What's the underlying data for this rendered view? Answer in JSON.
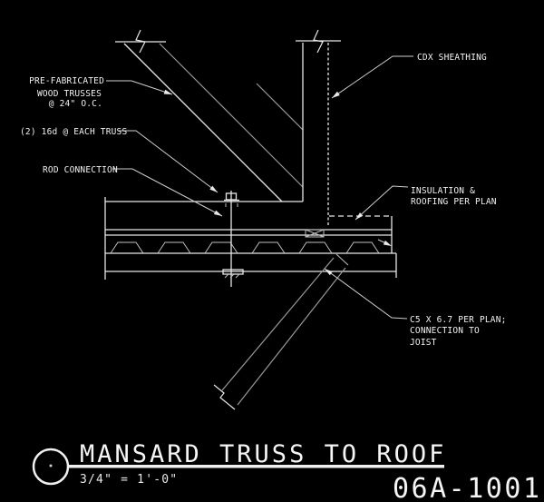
{
  "drawing": {
    "labels": {
      "prefab_trusses": {
        "line1": "PRE-FABRICATED",
        "line2": "WOOD TRUSSES",
        "line3": "@ 24\" O.C."
      },
      "nails": {
        "text": "(2) 16d @ EACH TRUSS"
      },
      "rod_connection": {
        "text": "ROD CONNECTION"
      },
      "cdx_sheathing": {
        "text": "CDX SHEATHING"
      },
      "insulation": {
        "line1": "INSULATION &",
        "line2": "ROOFING PER PLAN"
      },
      "c5_channel": {
        "line1": "C5 X 6.7 PER PLAN;",
        "line2": "CONNECTION TO",
        "line3": "JOIST"
      }
    },
    "title_block": {
      "title": "MANSARD TRUSS TO ROOF",
      "scale": "3/4\" = 1'-0\"",
      "sheet_number": "06A-1001"
    }
  },
  "colors": {
    "background": "#000000",
    "line_bright": "#e8e8e8",
    "line_dim": "#999999",
    "text": "#f2f2f2"
  }
}
